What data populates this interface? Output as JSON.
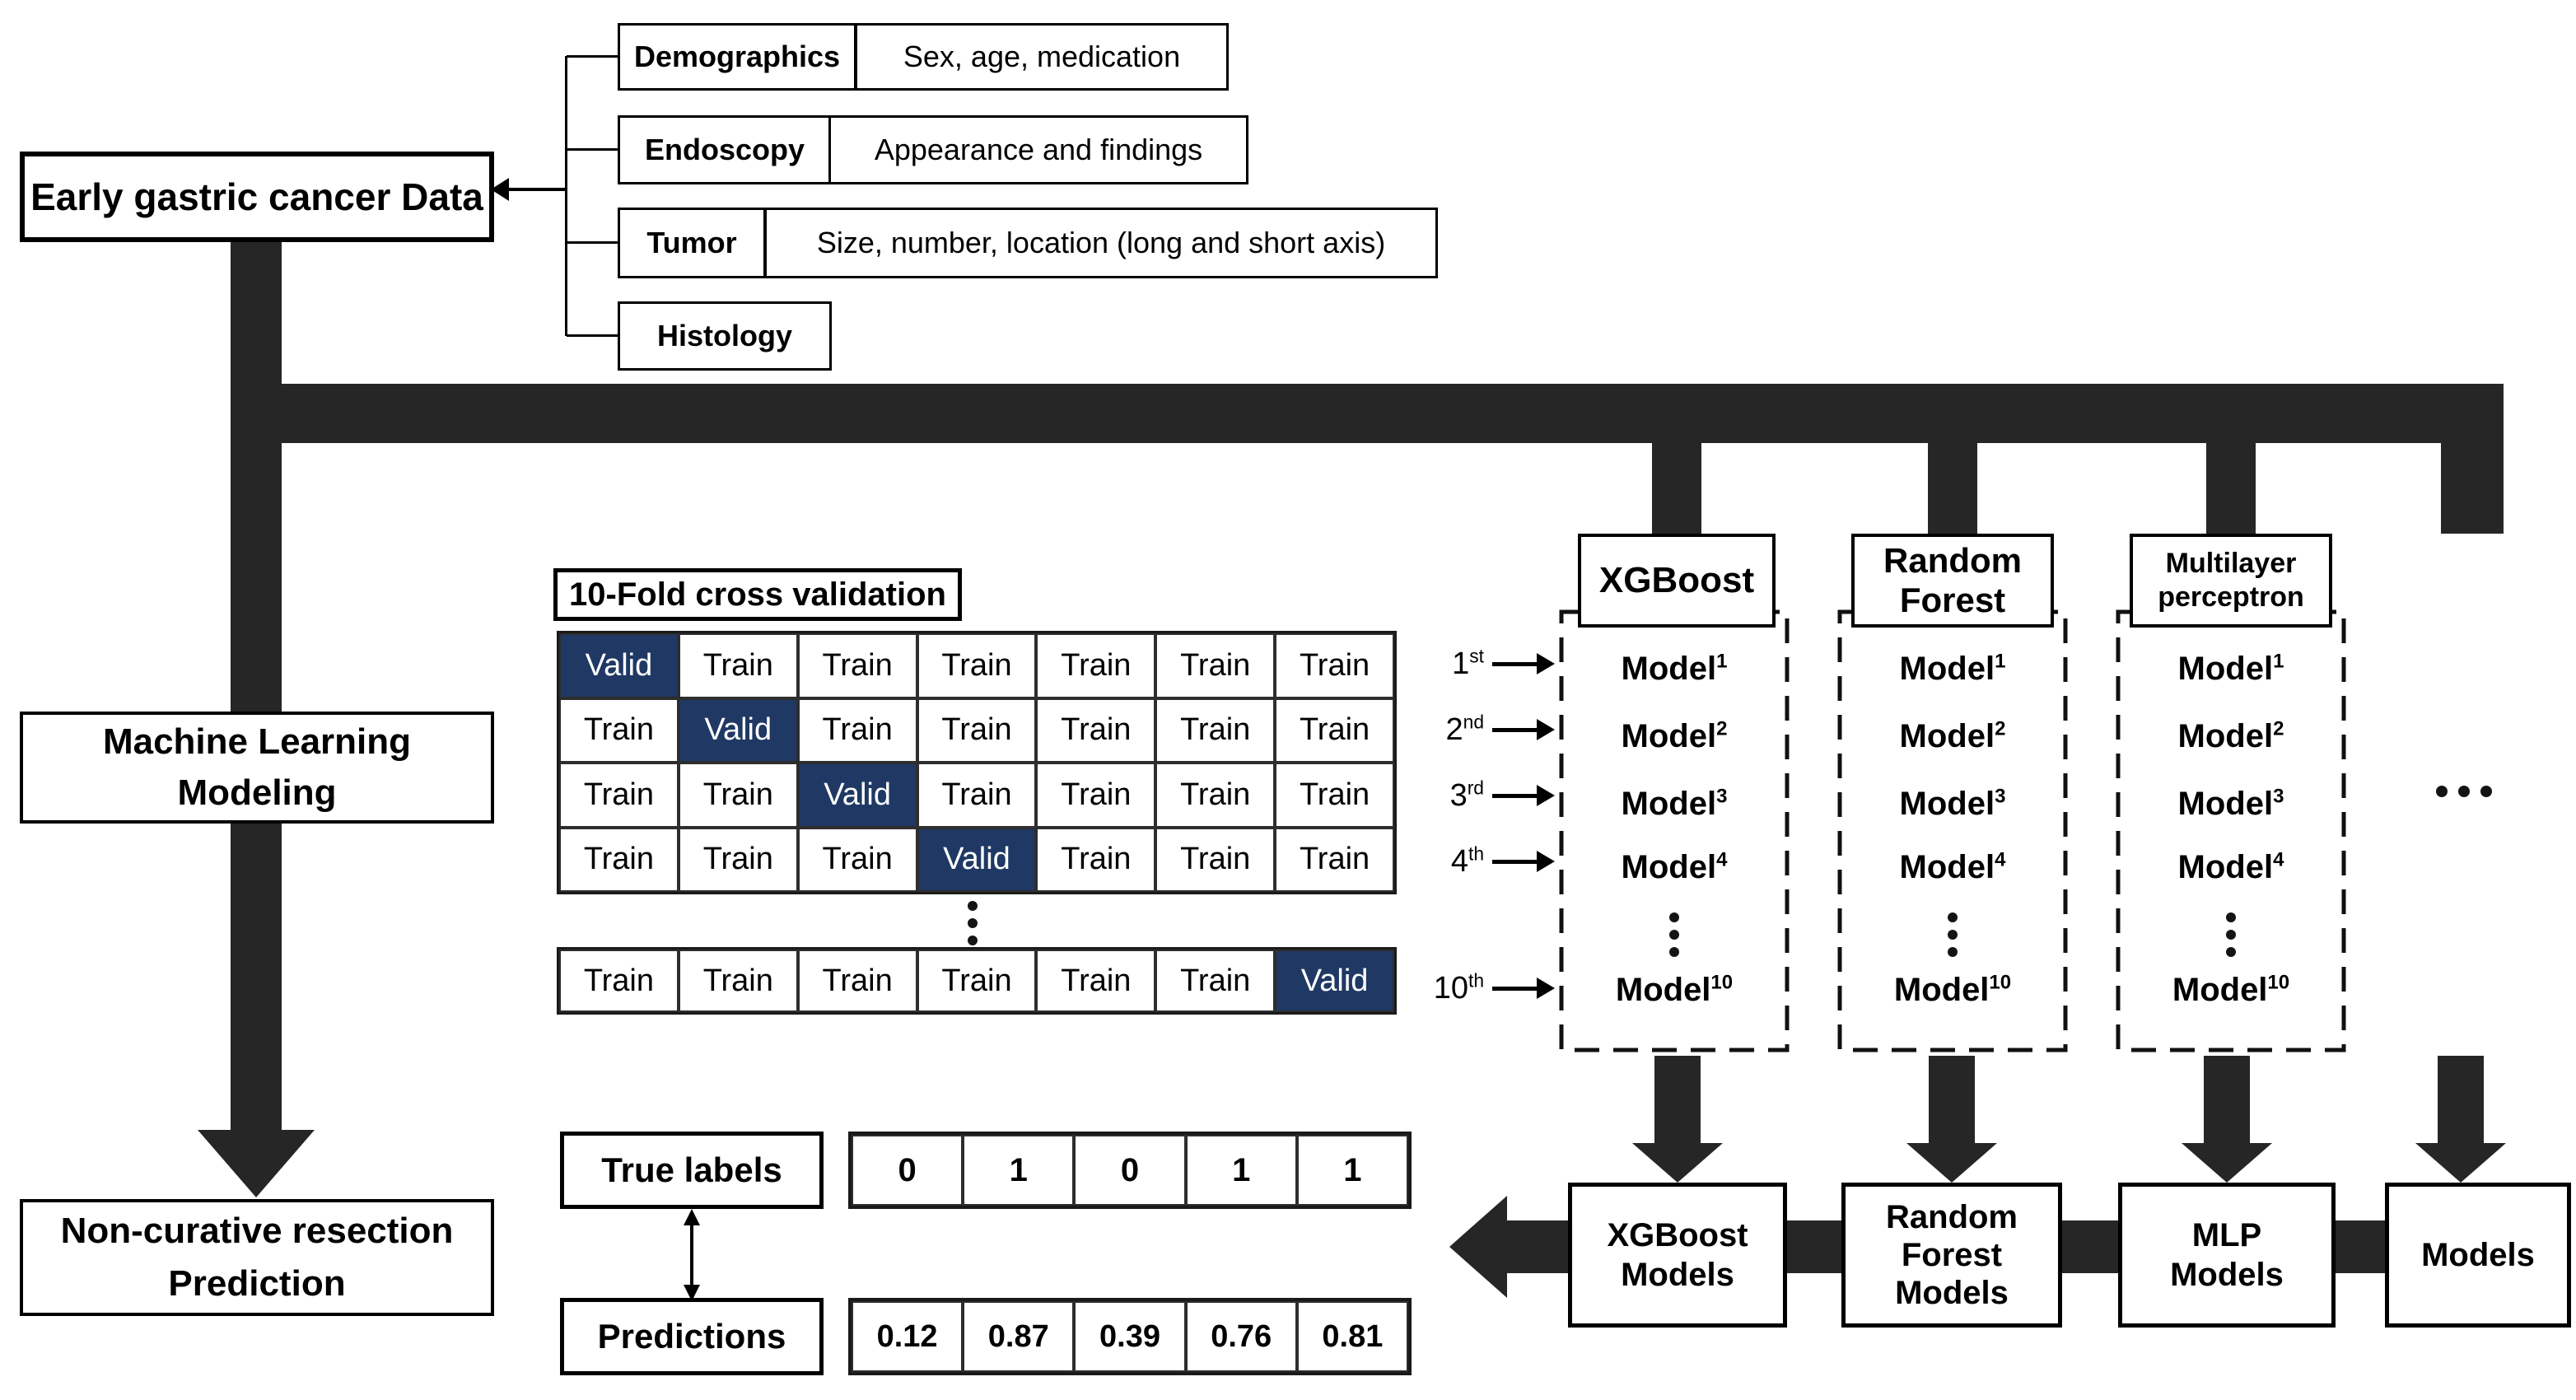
{
  "colors": {
    "bar": "#262626",
    "valid_bg": "#1f3864",
    "valid_text": "#ffffff"
  },
  "icons": {
    "vertical_ellipsis": "⋮",
    "horizontal_ellipsis": "..."
  },
  "source": {
    "title": "Early gastric cancer Data"
  },
  "categories": [
    {
      "label": "Demographics",
      "desc": "Sex, age, medication"
    },
    {
      "label": "Endoscopy",
      "desc": "Appearance and findings"
    },
    {
      "label": "Tumor",
      "desc": "Size, number, location (long and short axis)"
    },
    {
      "label": "Histology",
      "desc": ""
    }
  ],
  "ml_box": {
    "lines": [
      "Machine Learning",
      "Modeling"
    ]
  },
  "prediction_box": {
    "lines": [
      "Non-curative resection",
      "Prediction"
    ]
  },
  "cv": {
    "title": "10-Fold cross validation",
    "rows": [
      [
        "Valid",
        "Train",
        "Train",
        "Train",
        "Train",
        "Train",
        "Train"
      ],
      [
        "Train",
        "Valid",
        "Train",
        "Train",
        "Train",
        "Train",
        "Train"
      ],
      [
        "Train",
        "Train",
        "Valid",
        "Train",
        "Train",
        "Train",
        "Train"
      ],
      [
        "Train",
        "Train",
        "Train",
        "Valid",
        "Train",
        "Train",
        "Train"
      ]
    ],
    "row10": [
      "Train",
      "Train",
      "Train",
      "Train",
      "Train",
      "Train",
      "Valid"
    ],
    "folds": [
      {
        "n": "1",
        "suf": "st"
      },
      {
        "n": "2",
        "suf": "nd"
      },
      {
        "n": "3",
        "suf": "rd"
      },
      {
        "n": "4",
        "suf": "th"
      },
      {
        "n": "10",
        "suf": "th"
      }
    ]
  },
  "model_columns": [
    {
      "header_lines": [
        "XGBoost",
        ""
      ]
    },
    {
      "header_lines": [
        "Random",
        "Forest"
      ]
    },
    {
      "header_lines": [
        "Multilayer",
        "perceptron"
      ]
    }
  ],
  "models": {
    "base": "Model",
    "sups": [
      "1",
      "2",
      "3",
      "4",
      "10"
    ]
  },
  "outputs": [
    {
      "lines": [
        "XGBoost",
        "Models",
        ""
      ]
    },
    {
      "lines": [
        "Random",
        "Forest",
        "Models"
      ]
    },
    {
      "lines": [
        "MLP",
        "Models",
        ""
      ]
    },
    {
      "lines": [
        "Models",
        "",
        ""
      ]
    }
  ],
  "true_labels": {
    "title": "True labels",
    "values": [
      "0",
      "1",
      "0",
      "1",
      "1"
    ]
  },
  "predictions": {
    "title": "Predictions",
    "values": [
      "0.12",
      "0.87",
      "0.39",
      "0.76",
      "0.81"
    ]
  }
}
